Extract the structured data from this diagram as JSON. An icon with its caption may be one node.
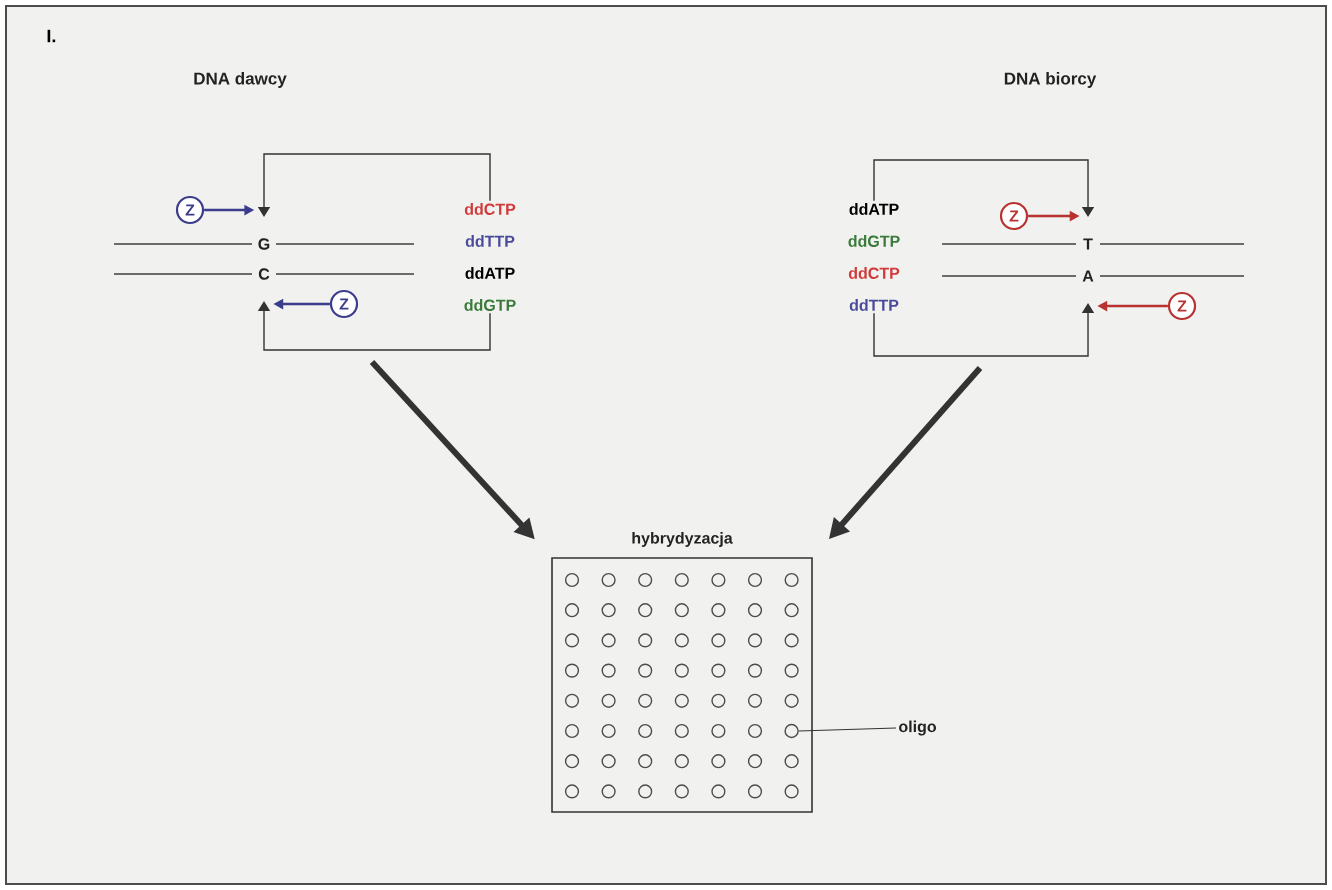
{
  "diagram": {
    "nodes": [
      {
        "text": [
          "DNA dawcy"
        ]
      },
      {
        "text": [
          "Z"
        ],
        "in": 0
      },
      {
        "text": [
          "ddCTP",
          "ddTTP",
          "ddATP",
          "ddGTP"
        ],
        "in": 0
      },
      {
        "text": [
          "G"
        ],
        "in": 0
      },
      {
        "text": [
          "C"
        ],
        "in": 0
      },
      {
        "text": [
          "Z"
        ],
        "in": 0
      },
      {
        "text": [
          "DNA biorcy"
        ]
      },
      {
        "text": [
          "ddATP",
          "ddGTP",
          "ddCTP",
          "ddTTP"
        ],
        "in": 6
      },
      {
        "text": [
          "Z"
        ],
        "in": 6
      },
      {
        "text": [
          "T"
        ],
        "in": 6
      },
      {
        "text": [
          "A"
        ],
        "in": 6
      },
      {
        "text": [
          "Z"
        ],
        "in": 6
      },
      {
        "text": [
          "hybrydyzacja"
        ]
      },
      {
        "text": [],
        "shape": "circle",
        "in": 12
      },
      {
        "text": [
          "oligo"
        ]
      }
    ],
    "edges": [
      {
        "from": 0,
        "to": 12,
        "arrow": "to",
        "style": "thick"
      },
      {
        "from": 6,
        "to": 12,
        "arrow": "to",
        "style": "thick"
      },
      {
        "from": 1,
        "to": 3,
        "arrow": "to",
        "color": "#3c3c8c"
      },
      {
        "from": 5,
        "to": 4,
        "arrow": "to",
        "color": "#3c3c8c"
      },
      {
        "from": 8,
        "to": 9,
        "arrow": "to",
        "color": "#b83232"
      },
      {
        "from": 11,
        "to": 10,
        "arrow": "to",
        "color": "#b83232"
      },
      {
        "from": 14,
        "to": 13,
        "arrow": "none"
      },
      {
        "from": 2,
        "to": 3,
        "arrow": "to"
      },
      {
        "from": 2,
        "to": 4,
        "arrow": "to"
      },
      {
        "from": 7,
        "to": 9,
        "arrow": "to"
      },
      {
        "from": 7,
        "to": 10,
        "arrow": "to"
      }
    ],
    "labels": [
      "I."
    ]
  }
}
